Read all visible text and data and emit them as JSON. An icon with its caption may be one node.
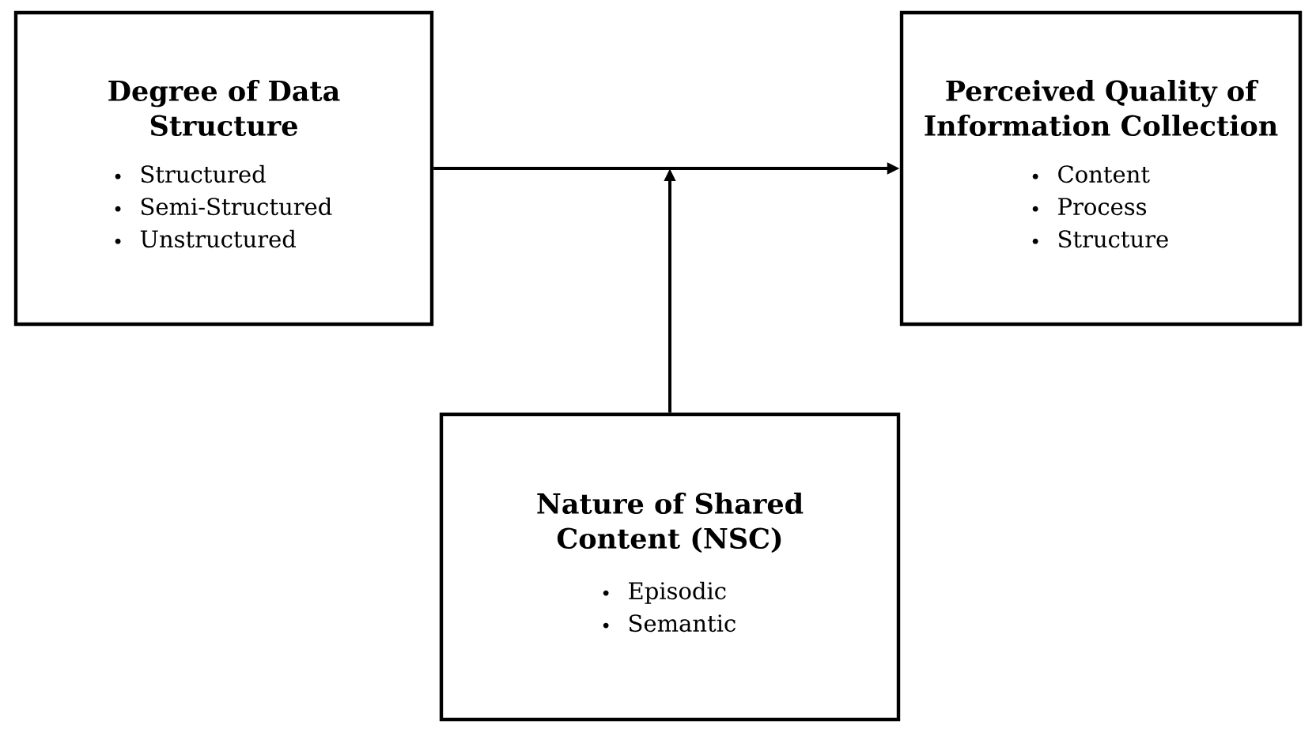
{
  "diagram": {
    "nodes": [
      {
        "text": [
          "Degree of Data Structure",
          "Structured",
          "Semi-Structured",
          "Unstructured"
        ]
      },
      {
        "text": [
          "Perceived Quality of Information Collection",
          "Content",
          "Process",
          "Structure"
        ]
      },
      {
        "text": [
          "Nature of Shared Content (NSC)",
          "Episodic",
          "Semantic"
        ]
      }
    ],
    "edges": [
      {
        "from": 0,
        "to": 1,
        "arrow": "to"
      },
      {
        "from": 2,
        "to": null,
        "arrow": "to"
      }
    ]
  }
}
